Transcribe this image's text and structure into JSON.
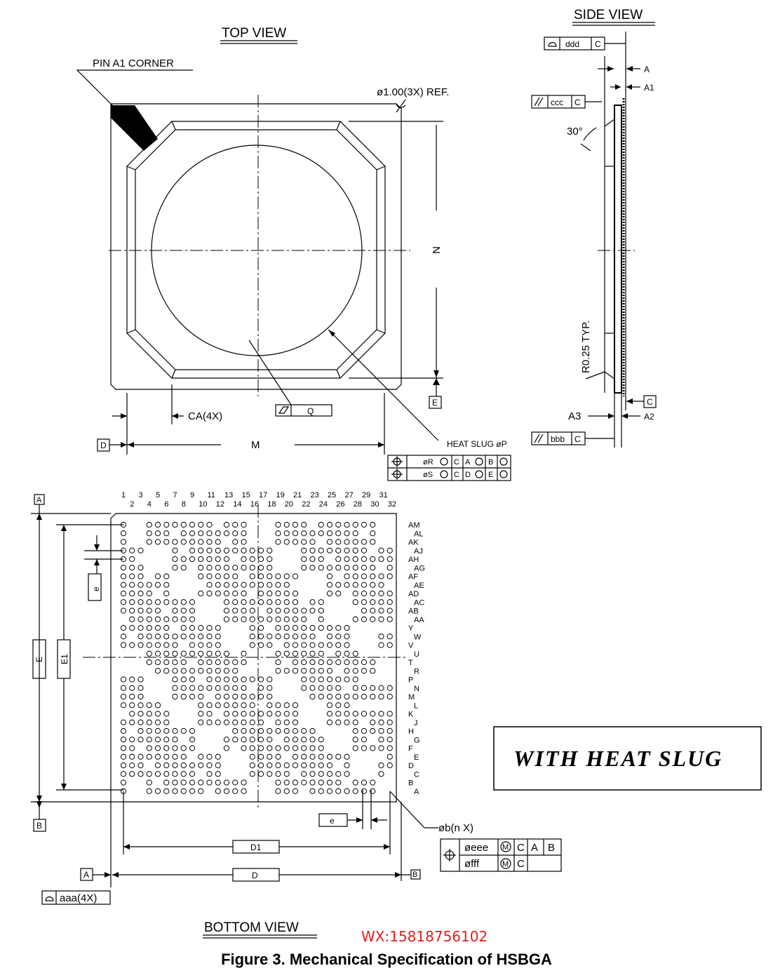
{
  "top_view": {
    "title": "TOP VIEW",
    "pin_a1": "PIN A1 CORNER",
    "hole_ref": "ø1.00(3X) REF.",
    "n_label": "N",
    "e_datum": "E",
    "ca": "CA(4X)",
    "d_datum": "D",
    "m_label": "M",
    "q_label": "Q",
    "heat_slug": "HEAT SLUG øP",
    "fcf1": [
      "øR",
      "C",
      "A",
      "B"
    ],
    "fcf2": [
      "øS",
      "C",
      "D",
      "E"
    ]
  },
  "side_view": {
    "title": "SIDE VIEW",
    "ddd": "ddd",
    "c": "C",
    "a": "A",
    "a1": "A1",
    "ccc": "ccc",
    "angle": "30°",
    "radius": "R0.25 TYP.",
    "a3": "A3",
    "a2": "A2",
    "bbb": "bbb"
  },
  "bottom_view": {
    "title": "BOTTOM VIEW",
    "cols_odd": [
      "1",
      "3",
      "5",
      "7",
      "9",
      "11",
      "13",
      "15",
      "17",
      "19",
      "21",
      "23",
      "25",
      "27",
      "29",
      "31"
    ],
    "cols_even": [
      "2",
      "4",
      "6",
      "8",
      "10",
      "12",
      "14",
      "16",
      "18",
      "20",
      "22",
      "24",
      "26",
      "28",
      "30",
      "32"
    ],
    "rows": [
      "AM",
      "AL",
      "AK",
      "AJ",
      "AH",
      "AG",
      "AF",
      "AE",
      "AD",
      "AC",
      "AB",
      "AA",
      "Y",
      "W",
      "V",
      "U",
      "T",
      "R",
      "P",
      "N",
      "M",
      "L",
      "K",
      "J",
      "H",
      "G",
      "F",
      "E",
      "D",
      "C",
      "B",
      "A"
    ],
    "datum_a": "A",
    "datum_b": "B",
    "e_pitch": "e",
    "e": "E",
    "e1": "E1",
    "d1": "D1",
    "d": "D",
    "aaa": "aaa(4X)",
    "ball": "øb(n  X)",
    "eee": "øeee",
    "fff": "øfff",
    "fcf_refs": [
      "C",
      "A",
      "B"
    ]
  },
  "note": "WITH HEAT SLUG",
  "watermark": "WX:15818756102",
  "caption": "Figure 3. Mechanical Specification of HSBGA"
}
